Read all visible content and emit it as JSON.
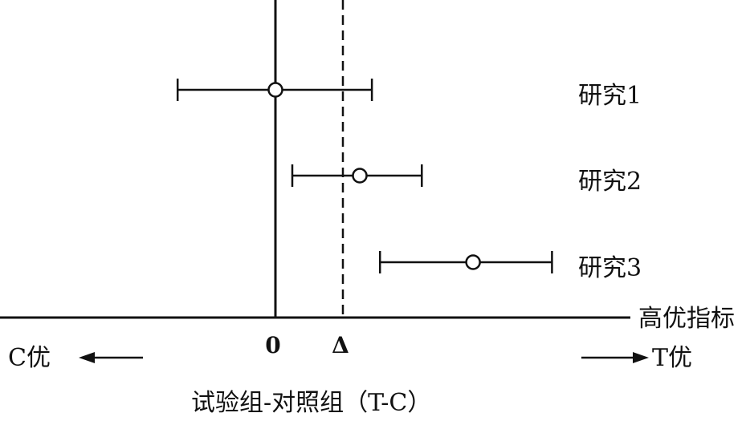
{
  "chart_data": {
    "type": "forest",
    "x_ticks": [
      {
        "label": "0",
        "value": 0
      },
      {
        "label": "Δ",
        "value": 1
      }
    ],
    "studies": [
      {
        "name": "研究1",
        "estimate": 0.0,
        "lower": -1.45,
        "upper": 1.43
      },
      {
        "name": "研究2",
        "estimate": 1.25,
        "lower": 0.25,
        "upper": 2.17
      },
      {
        "name": "研究3",
        "estimate": 2.93,
        "lower": 1.55,
        "upper": 4.1
      }
    ],
    "axis_right_label": "高优指标",
    "left_direction_label": "C优",
    "right_direction_label": "T优",
    "xlabel": "试验组-对照组（T-C）"
  }
}
